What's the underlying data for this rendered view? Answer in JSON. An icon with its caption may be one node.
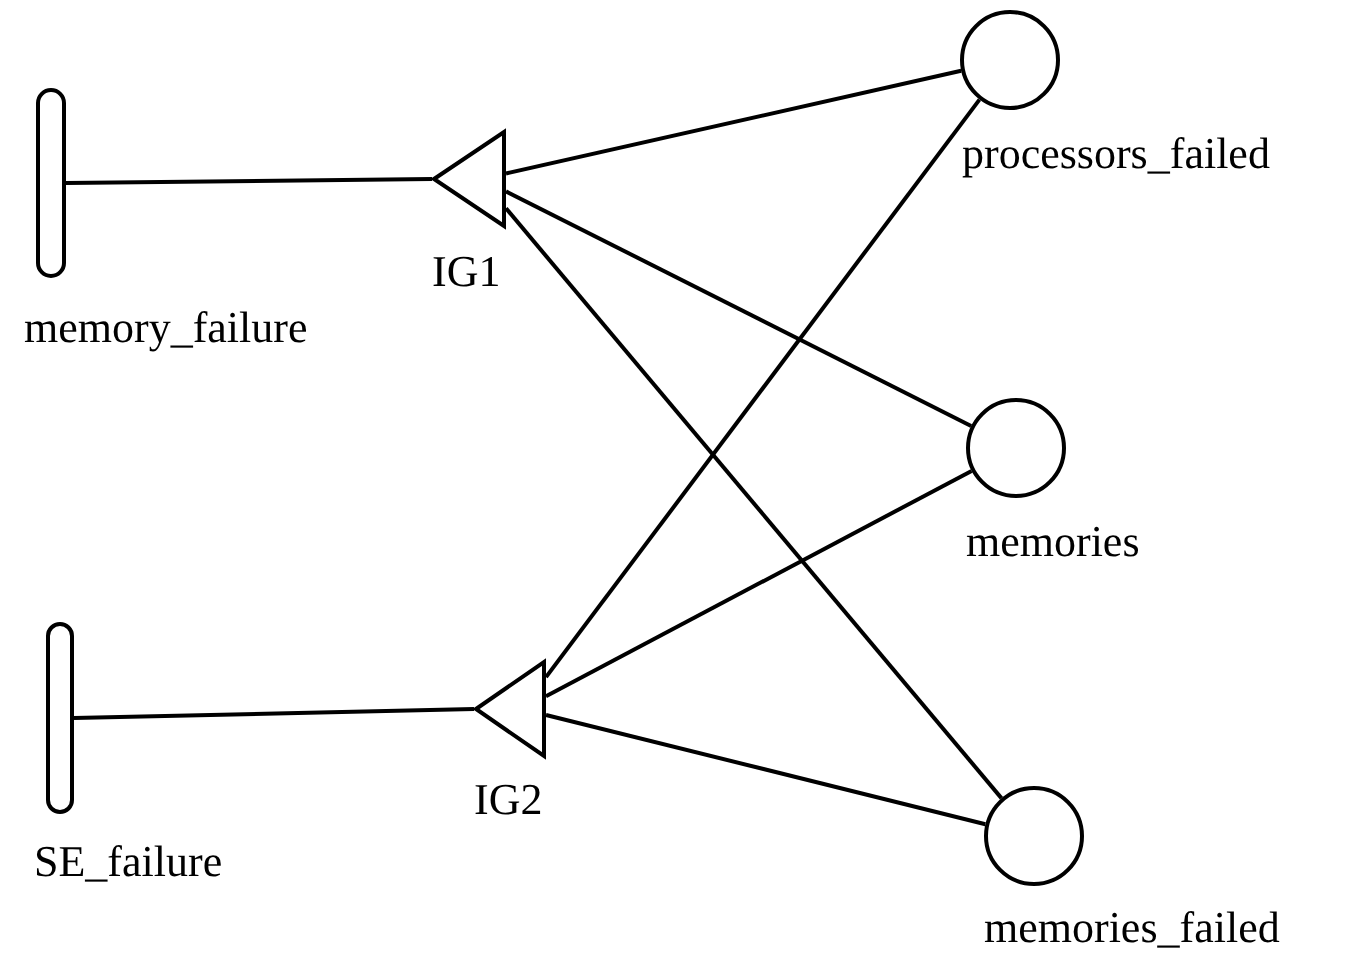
{
  "diagram": {
    "nodes": [
      {
        "text": [
          "memory_failure"
        ]
      },
      {
        "text": [
          "IG1"
        ]
      },
      {
        "text": [
          "SE_failure"
        ]
      },
      {
        "text": [
          "IG2"
        ]
      },
      {
        "text": [
          "processors_failed"
        ]
      },
      {
        "text": [
          "memories"
        ]
      },
      {
        "text": [
          "memories_failed"
        ]
      }
    ],
    "edges": [
      {
        "from": 1,
        "to": 0,
        "arrow": "none"
      },
      {
        "from": 4,
        "to": 1,
        "arrow": "none"
      },
      {
        "from": 5,
        "to": 1,
        "arrow": "none"
      },
      {
        "from": 6,
        "to": 1,
        "arrow": "none"
      },
      {
        "from": 3,
        "to": 2,
        "arrow": "none"
      },
      {
        "from": 4,
        "to": 3,
        "arrow": "none"
      },
      {
        "from": 5,
        "to": 3,
        "arrow": "none"
      },
      {
        "from": 6,
        "to": 3,
        "arrow": "none"
      }
    ]
  }
}
